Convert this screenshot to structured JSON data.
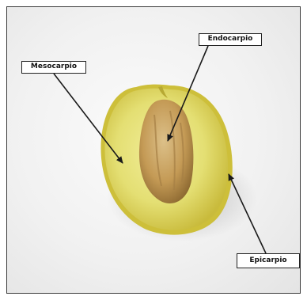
{
  "labels": {
    "endocarp": "Endocarpio",
    "mesocarp": "Mesocarpio",
    "epicarp": "Epicarpio"
  },
  "colors": {
    "fruit_flesh": "#e4df73",
    "fruit_skin": "#cdbf3a",
    "seed": "#c49a55",
    "arrow": "#1a1a1a"
  }
}
